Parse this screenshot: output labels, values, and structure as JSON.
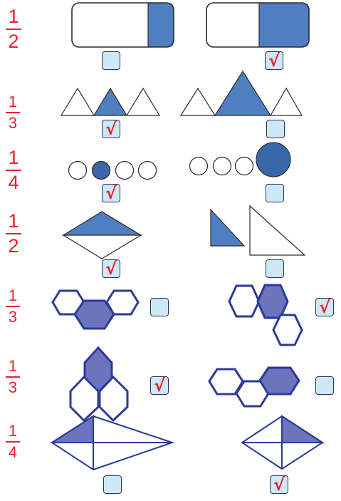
{
  "check_mark": "√",
  "rows": [
    {
      "numerator": "1",
      "denominator": "2",
      "left_checked": false,
      "right_checked": true
    },
    {
      "numerator": "1",
      "denominator": "3",
      "left_checked": true,
      "right_checked": false
    },
    {
      "numerator": "1",
      "denominator": "4",
      "left_checked": true,
      "right_checked": false
    },
    {
      "numerator": "1",
      "denominator": "2",
      "left_checked": true,
      "right_checked": false
    },
    {
      "numerator": "1",
      "denominator": "3",
      "left_checked": false,
      "right_checked": true
    },
    {
      "numerator": "1",
      "denominator": "3",
      "left_checked": true,
      "right_checked": false
    },
    {
      "numerator": "1",
      "denominator": "4",
      "left_checked": false,
      "right_checked": true
    }
  ],
  "colors": {
    "fraction": "#e8222d",
    "shaded": "#4f7fc1",
    "shaded_dark": "#3a67a8",
    "hex_fill": "#6b74bd",
    "hex_stroke": "#2b3a9a",
    "box_fill": "#cde9f8"
  }
}
